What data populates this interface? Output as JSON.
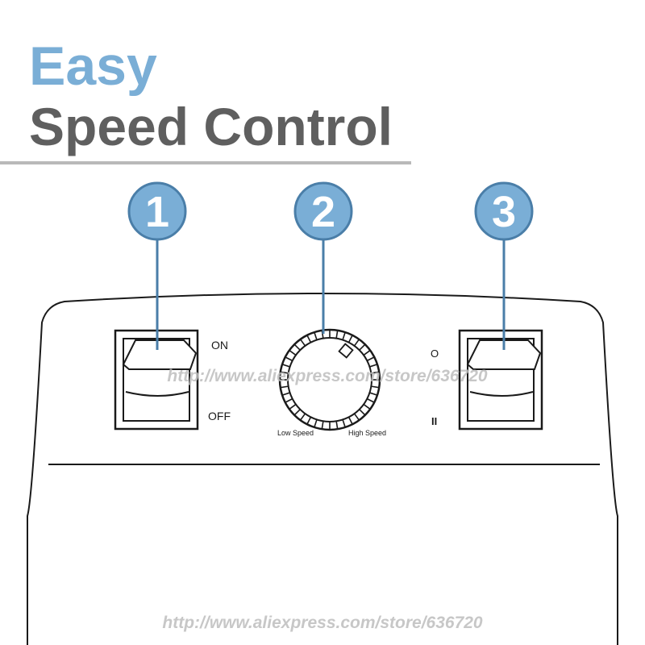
{
  "title": {
    "line1": "Easy",
    "line2": "Speed Control"
  },
  "colors": {
    "accent": "#7aaed6",
    "accent_dark": "#4a7ea8",
    "title_gray": "#5f5f5f",
    "rule_gray": "#b9b9b9",
    "outline": "#1a1a1a"
  },
  "callouts": [
    {
      "number": "1"
    },
    {
      "number": "2"
    },
    {
      "number": "3"
    }
  ],
  "switch_left": {
    "on_label": "ON",
    "off_label": "OFF"
  },
  "dial": {
    "low_label": "Low Speed",
    "high_label": "High Speed"
  },
  "switch_right": {
    "top_label": "O",
    "bottom_label": "II"
  },
  "watermark": "http://www.aliexpress.com/store/636720"
}
